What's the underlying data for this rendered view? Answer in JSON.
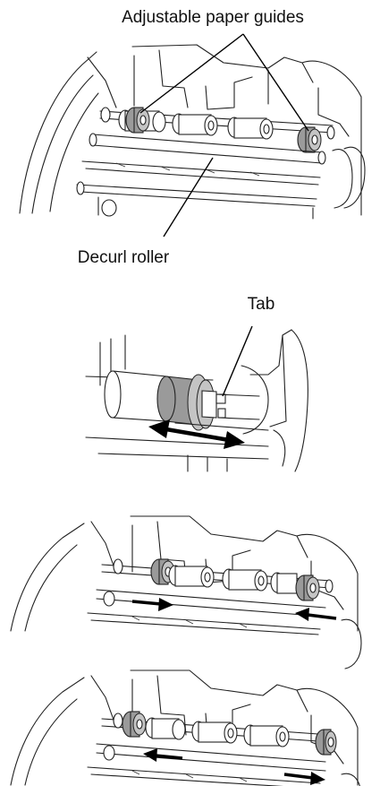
{
  "labels": {
    "guides": "Adjustable paper guides",
    "roller": "Decurl roller",
    "tab": "Tab"
  }
}
